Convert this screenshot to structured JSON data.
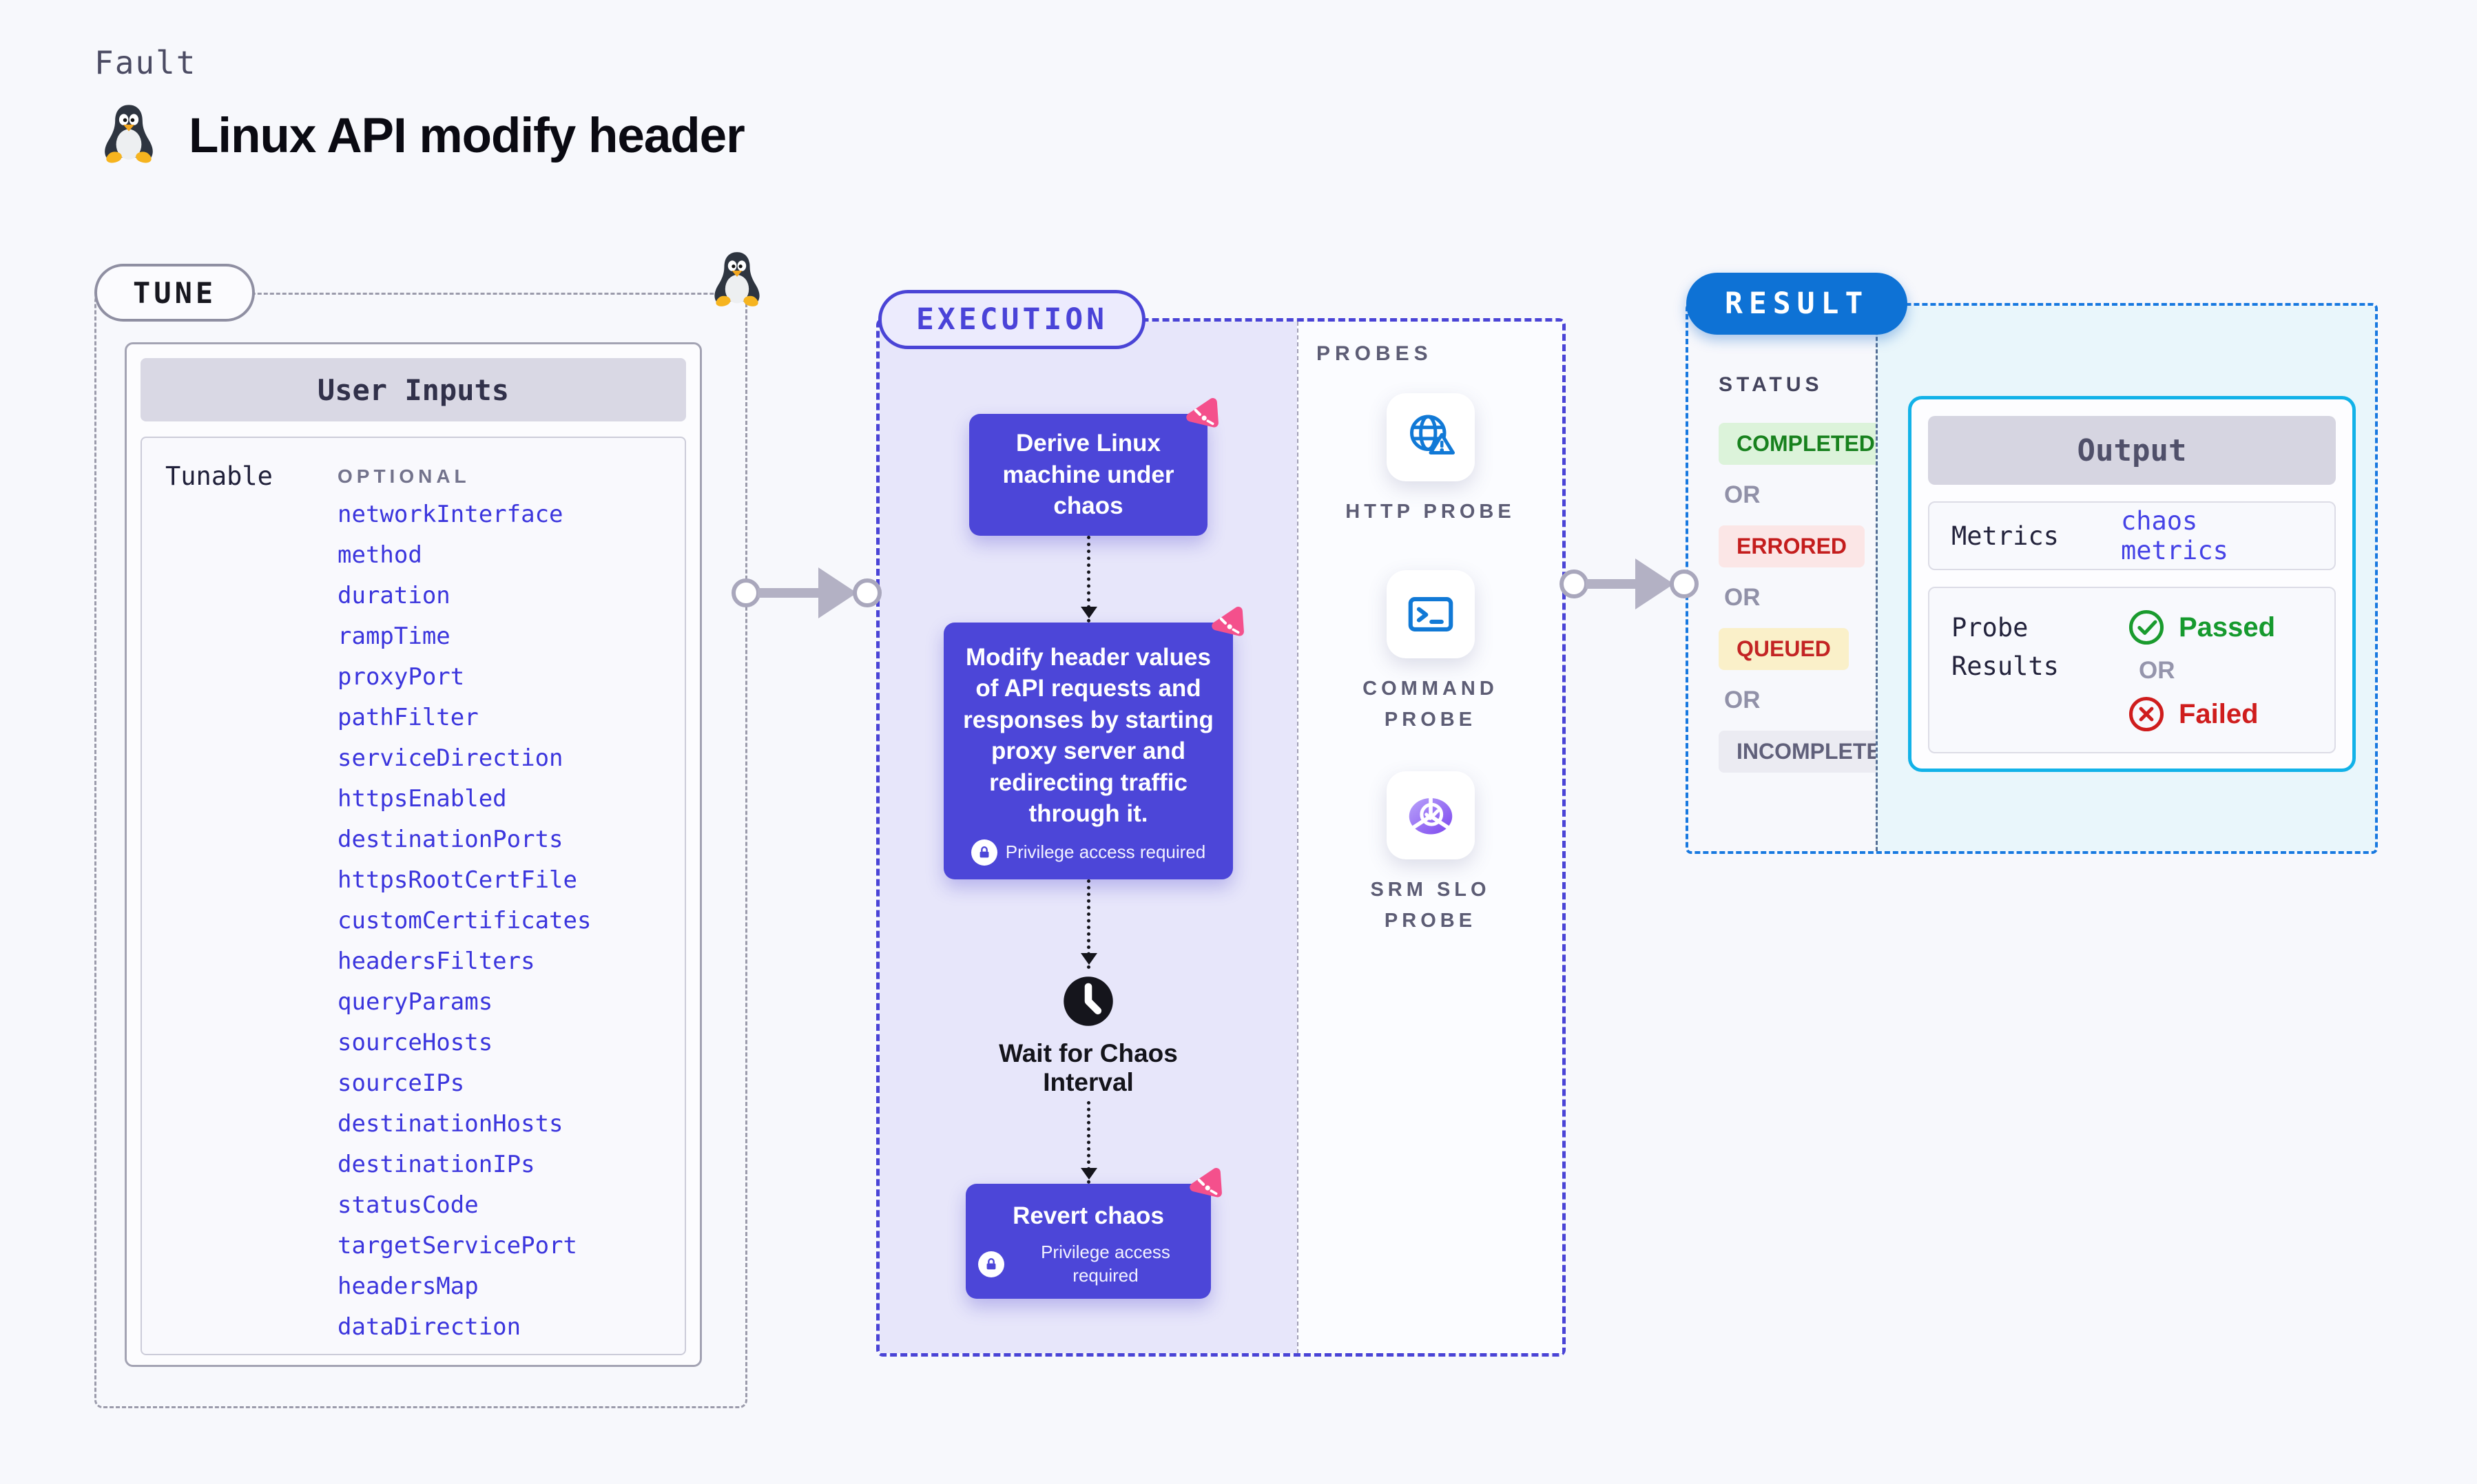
{
  "page": {
    "kicker": "Fault",
    "title": "Linux API modify header"
  },
  "tune": {
    "badge": "TUNE",
    "card_title": "User Inputs",
    "row_label": "Tunable",
    "column_header": "OPTIONAL",
    "tunables": [
      "networkInterface",
      "method",
      "duration",
      "rampTime",
      "proxyPort",
      "pathFilter",
      "serviceDirection",
      "httpsEnabled",
      "destinationPorts",
      "httpsRootCertFile",
      "customCertificates",
      "headersFilters",
      "queryParams",
      "sourceHosts",
      "sourceIPs",
      "destinationHosts",
      "destinationIPs",
      "statusCode",
      "targetServicePort",
      "headersMap",
      "dataDirection"
    ]
  },
  "execution": {
    "badge": "EXECUTION",
    "privilege_label": "Privilege access required",
    "steps": [
      {
        "text": "Derive Linux machine under chaos"
      },
      {
        "text": "Modify header values of API requests and responses by starting proxy server and redirecting traffic through it."
      },
      {
        "text": "Wait for Chaos Interval"
      },
      {
        "text": "Revert chaos"
      }
    ]
  },
  "probes": {
    "label": "PROBES",
    "items": [
      {
        "name": "HTTP PROBE",
        "icon": "globe-alert-icon"
      },
      {
        "name": "COMMAND PROBE",
        "icon": "terminal-icon"
      },
      {
        "name": "SRM SLO PROBE",
        "icon": "slo-gauge-icon"
      }
    ]
  },
  "result": {
    "badge": "RESULT",
    "status_label": "STATUS",
    "or_label": "OR",
    "statuses": [
      {
        "label": "COMPLETED",
        "type": "success"
      },
      {
        "label": "ERRORED",
        "type": "error"
      },
      {
        "label": "QUEUED",
        "type": "warning"
      },
      {
        "label": "INCOMPLETED",
        "type": "muted"
      }
    ],
    "output": {
      "title": "Output",
      "metrics_label": "Metrics",
      "metrics_value": "chaos metrics",
      "probe_results_label": "Probe Results",
      "passed_label": "Passed",
      "failed_label": "Failed"
    }
  },
  "colors": {
    "accent_indigo": "#4c46d8",
    "accent_pink": "#f45085",
    "accent_blue": "#0e72d5",
    "accent_cyan": "#12b2e8",
    "link": "#3b35dd",
    "success": "#169a2e",
    "error": "#cf1d1d"
  }
}
